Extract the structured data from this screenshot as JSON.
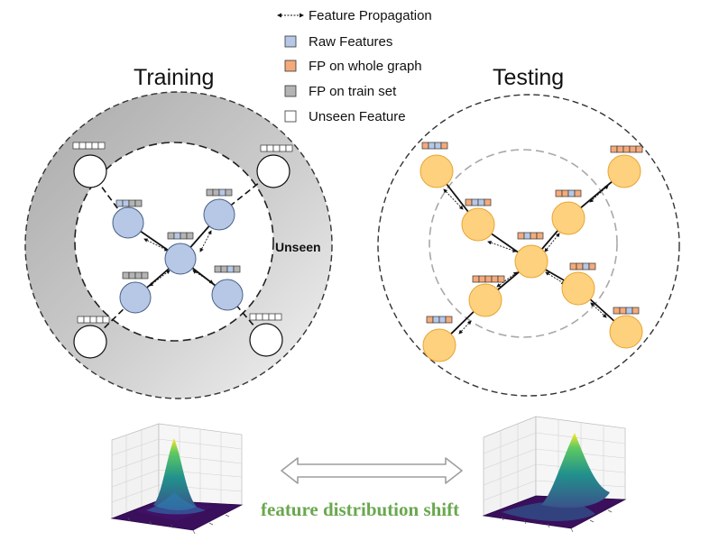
{
  "legend": {
    "propagation_label": "Feature Propagation",
    "raw_label": "Raw Features",
    "fp_whole_label": "FP on whole graph",
    "fp_train_label": "FP on train set",
    "unseen_label": "Unseen Feature"
  },
  "training": {
    "title": "Training",
    "region_label": "Unseen"
  },
  "testing": {
    "title": "Testing"
  },
  "bottom": {
    "shift_label": "feature distribution shift"
  },
  "colors": {
    "raw_blue": "#b6c8e6",
    "raw_blue_stroke": "#4a5f86",
    "test_node": "#fdd17e",
    "test_node_stroke": "#e8a534",
    "fp_orange": "#f4aa7b",
    "fp_gray": "#b4b4b4",
    "shift_green": "#6aa84f",
    "arrow_gray": "#9e9e9e"
  }
}
